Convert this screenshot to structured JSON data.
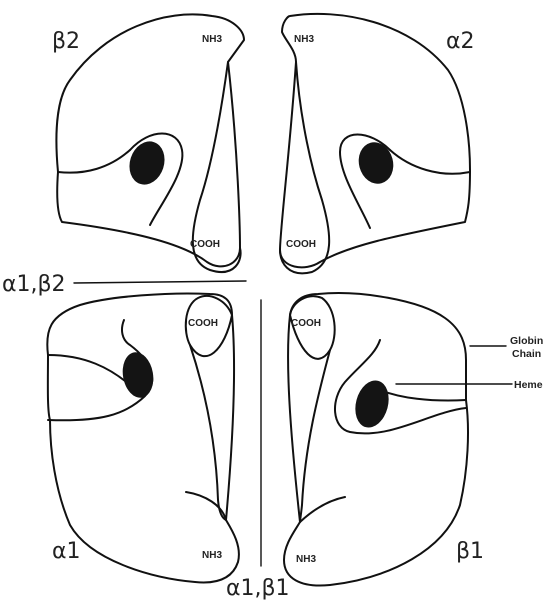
{
  "subunits": {
    "top_left": {
      "label": "β2",
      "nterm": "NH3",
      "cterm": "COOH"
    },
    "top_right": {
      "label": "α2",
      "nterm": "NH3",
      "cterm": "COOH"
    },
    "bottom_left": {
      "label": "α1",
      "nterm": "NH3",
      "cterm": "COOH"
    },
    "bottom_right": {
      "label": "β1",
      "nterm": "NH3",
      "cterm": "COOH"
    }
  },
  "interfaces": {
    "horizontal": "α1,β2",
    "vertical": "α1,β1"
  },
  "callouts": {
    "globin_line1": "Globin",
    "globin_line2": "Chain",
    "heme": "Heme"
  }
}
